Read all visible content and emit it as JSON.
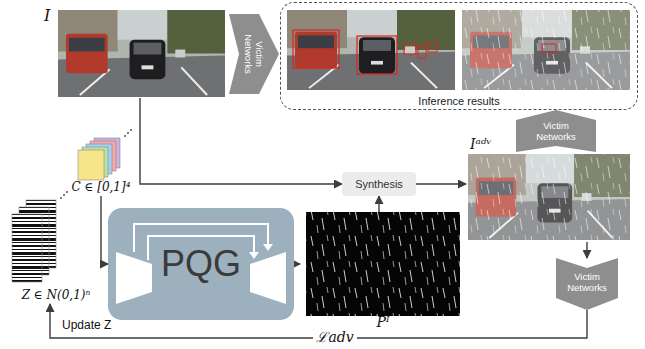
{
  "diagram": {
    "nodes": [
      {
        "text": [
          "I"
        ]
      },
      {
        "text": [
          "Victim Networks"
        ]
      },
      {
        "text": [
          "Inference results"
        ]
      },
      {
        "text": [
          "Victim Networks"
        ]
      },
      {
        "text": [
          "Iᵃᵈᵛ"
        ]
      },
      {
        "text": [
          "C ∈ [0,1]⁴"
        ]
      },
      {
        "text": [
          "Synthesis"
        ]
      },
      {
        "text": [
          "Z ∈ N(0,1)ⁿ"
        ]
      },
      {
        "text": [
          "PQG"
        ]
      },
      {
        "text": [
          "Pᴵ"
        ]
      },
      {
        "text": [
          "Victim Networks"
        ]
      }
    ],
    "edges": [
      {
        "from": 0,
        "to": 6,
        "arrow": "to"
      },
      {
        "from": 9,
        "to": 6,
        "arrow": "to"
      },
      {
        "from": 6,
        "to": 4,
        "arrow": "to"
      },
      {
        "from": 4,
        "to": 10,
        "arrow": "to"
      },
      {
        "from": 10,
        "to": 7,
        "arrow": "to",
        "label": "ℒadv"
      },
      {
        "from": 8,
        "to": 9,
        "arrow": "to"
      },
      {
        "from": 5,
        "to": 8,
        "arrow": "to"
      },
      {
        "from": 7,
        "to": 8,
        "arrow": "to"
      }
    ],
    "labels": [
      "Update Z"
    ]
  }
}
